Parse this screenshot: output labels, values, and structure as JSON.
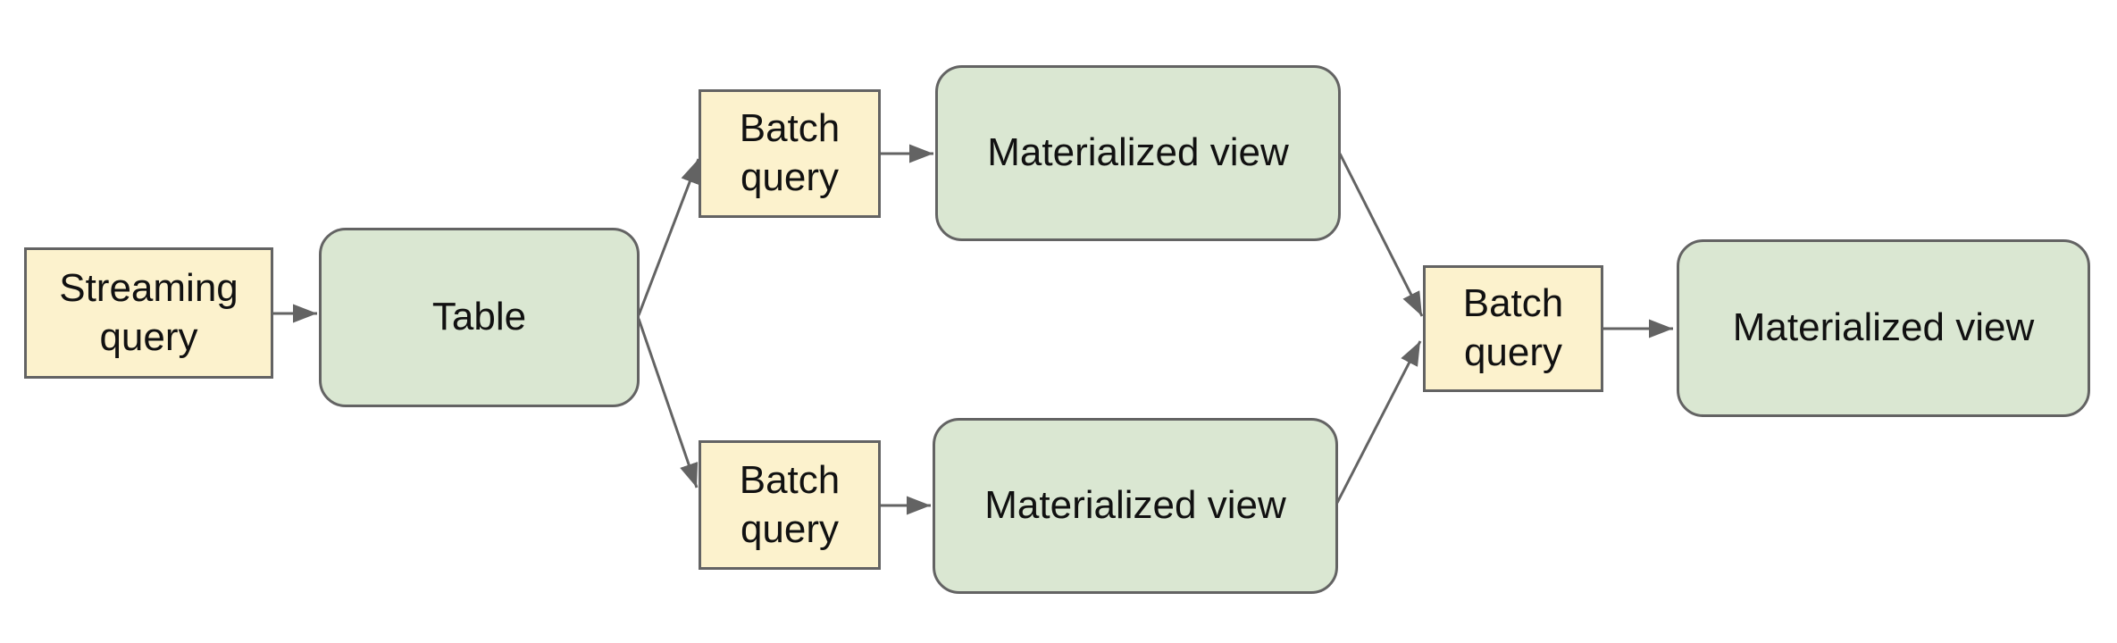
{
  "colors": {
    "canvas_bg": "#ffffff",
    "query_fill": "#fcf2cd",
    "store_fill": "#dae7d2",
    "node_border": "#636363",
    "arrow": "#636363",
    "text": "#111111"
  },
  "nodes": {
    "streaming_query": {
      "label": "Streaming query"
    },
    "table": {
      "label": "Table"
    },
    "batch_query_top": {
      "label": "Batch query"
    },
    "materialized_view_top": {
      "label": "Materialized view"
    },
    "batch_query_bottom": {
      "label": "Batch query"
    },
    "materialized_view_bottom": {
      "label": "Materialized view"
    },
    "batch_query_right": {
      "label": "Batch query"
    },
    "materialized_view_right": {
      "label": "Materialized view"
    }
  },
  "edges": [
    {
      "from": "streaming_query",
      "to": "table"
    },
    {
      "from": "table",
      "to": "batch_query_top"
    },
    {
      "from": "table",
      "to": "batch_query_bottom"
    },
    {
      "from": "batch_query_top",
      "to": "materialized_view_top"
    },
    {
      "from": "batch_query_bottom",
      "to": "materialized_view_bottom"
    },
    {
      "from": "materialized_view_top",
      "to": "batch_query_right"
    },
    {
      "from": "materialized_view_bottom",
      "to": "batch_query_right"
    },
    {
      "from": "batch_query_right",
      "to": "materialized_view_right"
    }
  ]
}
